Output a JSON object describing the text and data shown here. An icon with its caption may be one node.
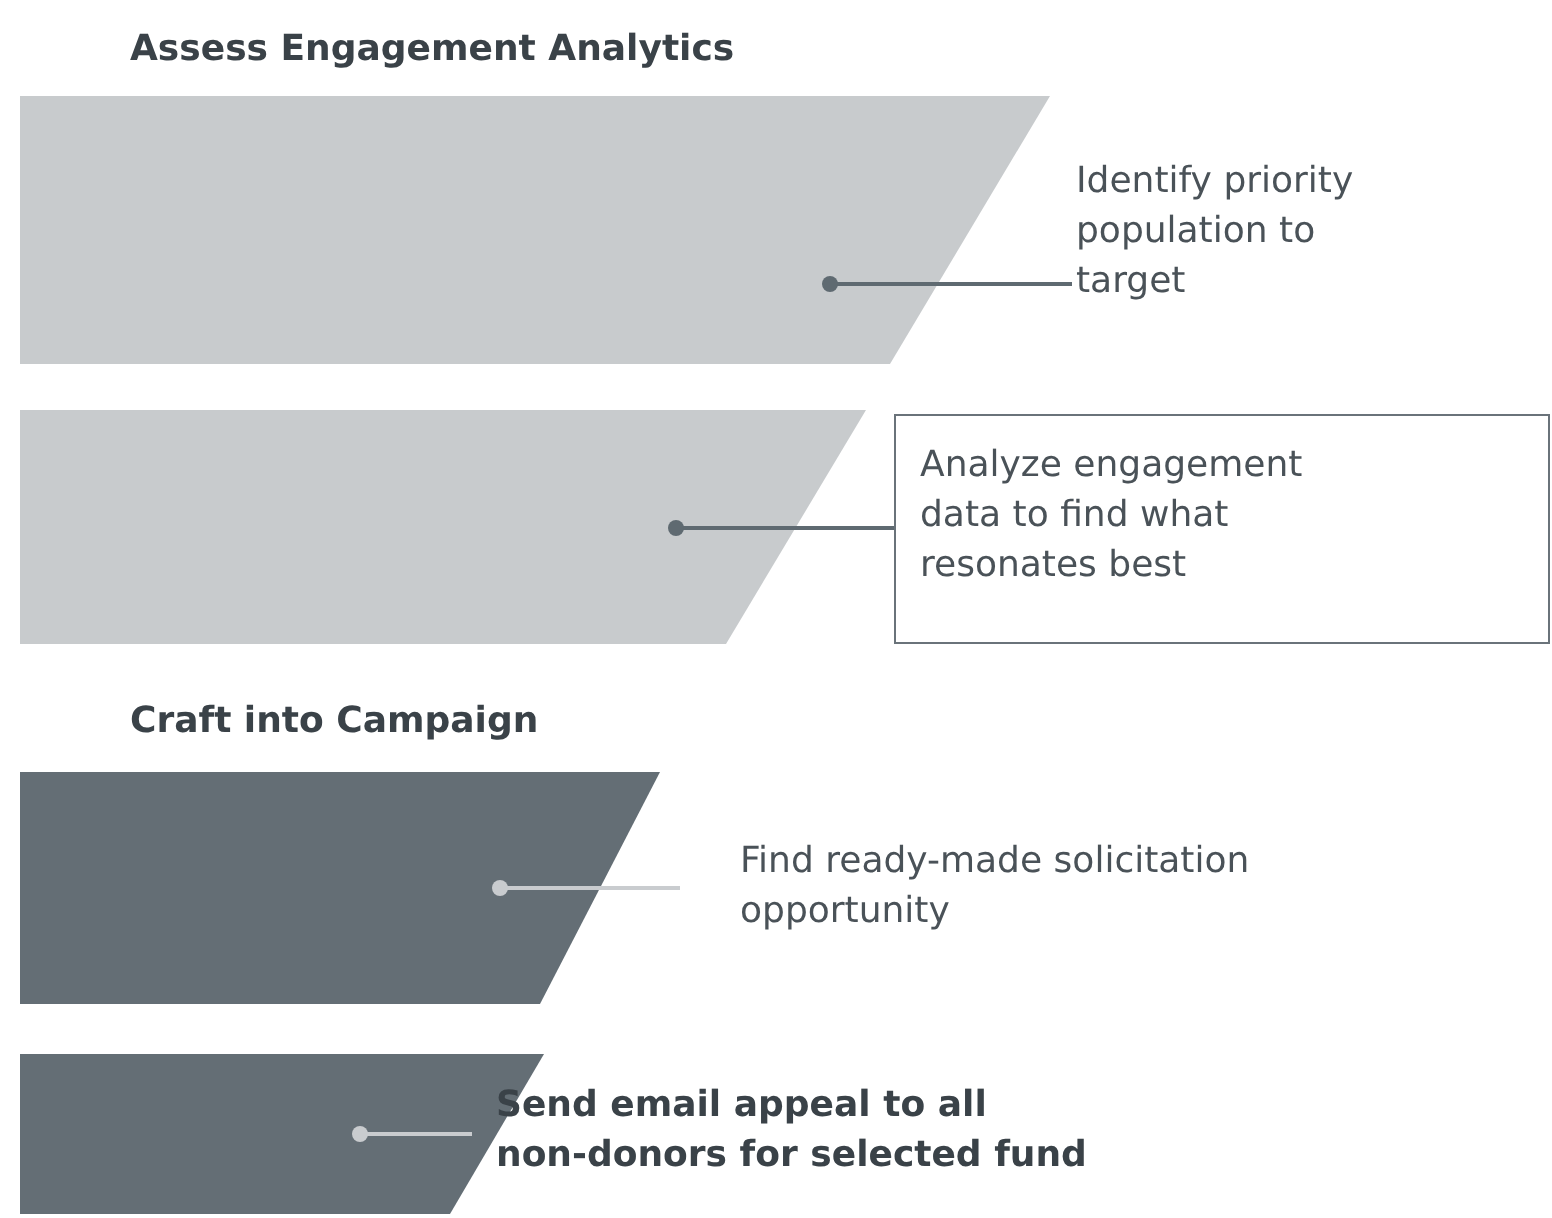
{
  "diagram": {
    "nodes": [
      {
        "text": [],
        "shape": "bar"
      },
      {
        "text": [
          "Identify priority population to target"
        ]
      },
      {
        "text": [],
        "shape": "bar"
      },
      {
        "text": [
          "Analyze engagement data to find what resonates best"
        ]
      },
      {
        "text": [],
        "shape": "bar"
      },
      {
        "text": [
          "Find ready-made solicitation opportunity"
        ]
      },
      {
        "text": [],
        "shape": "bar"
      },
      {
        "text": [
          "Send email appeal to all non-donors for selected fund"
        ]
      }
    ],
    "edges": [
      {
        "from": 1,
        "to": 0,
        "arrow": "other"
      },
      {
        "from": 3,
        "to": 2,
        "arrow": "other"
      },
      {
        "from": 5,
        "to": 4,
        "arrow": "other",
        "color": "#c9cccf"
      },
      {
        "from": 7,
        "to": 6,
        "arrow": "other",
        "color": "#c9cccf"
      }
    ],
    "labels": [
      "Assess Engagement Analytics",
      "Craft into Campaign"
    ]
  }
}
